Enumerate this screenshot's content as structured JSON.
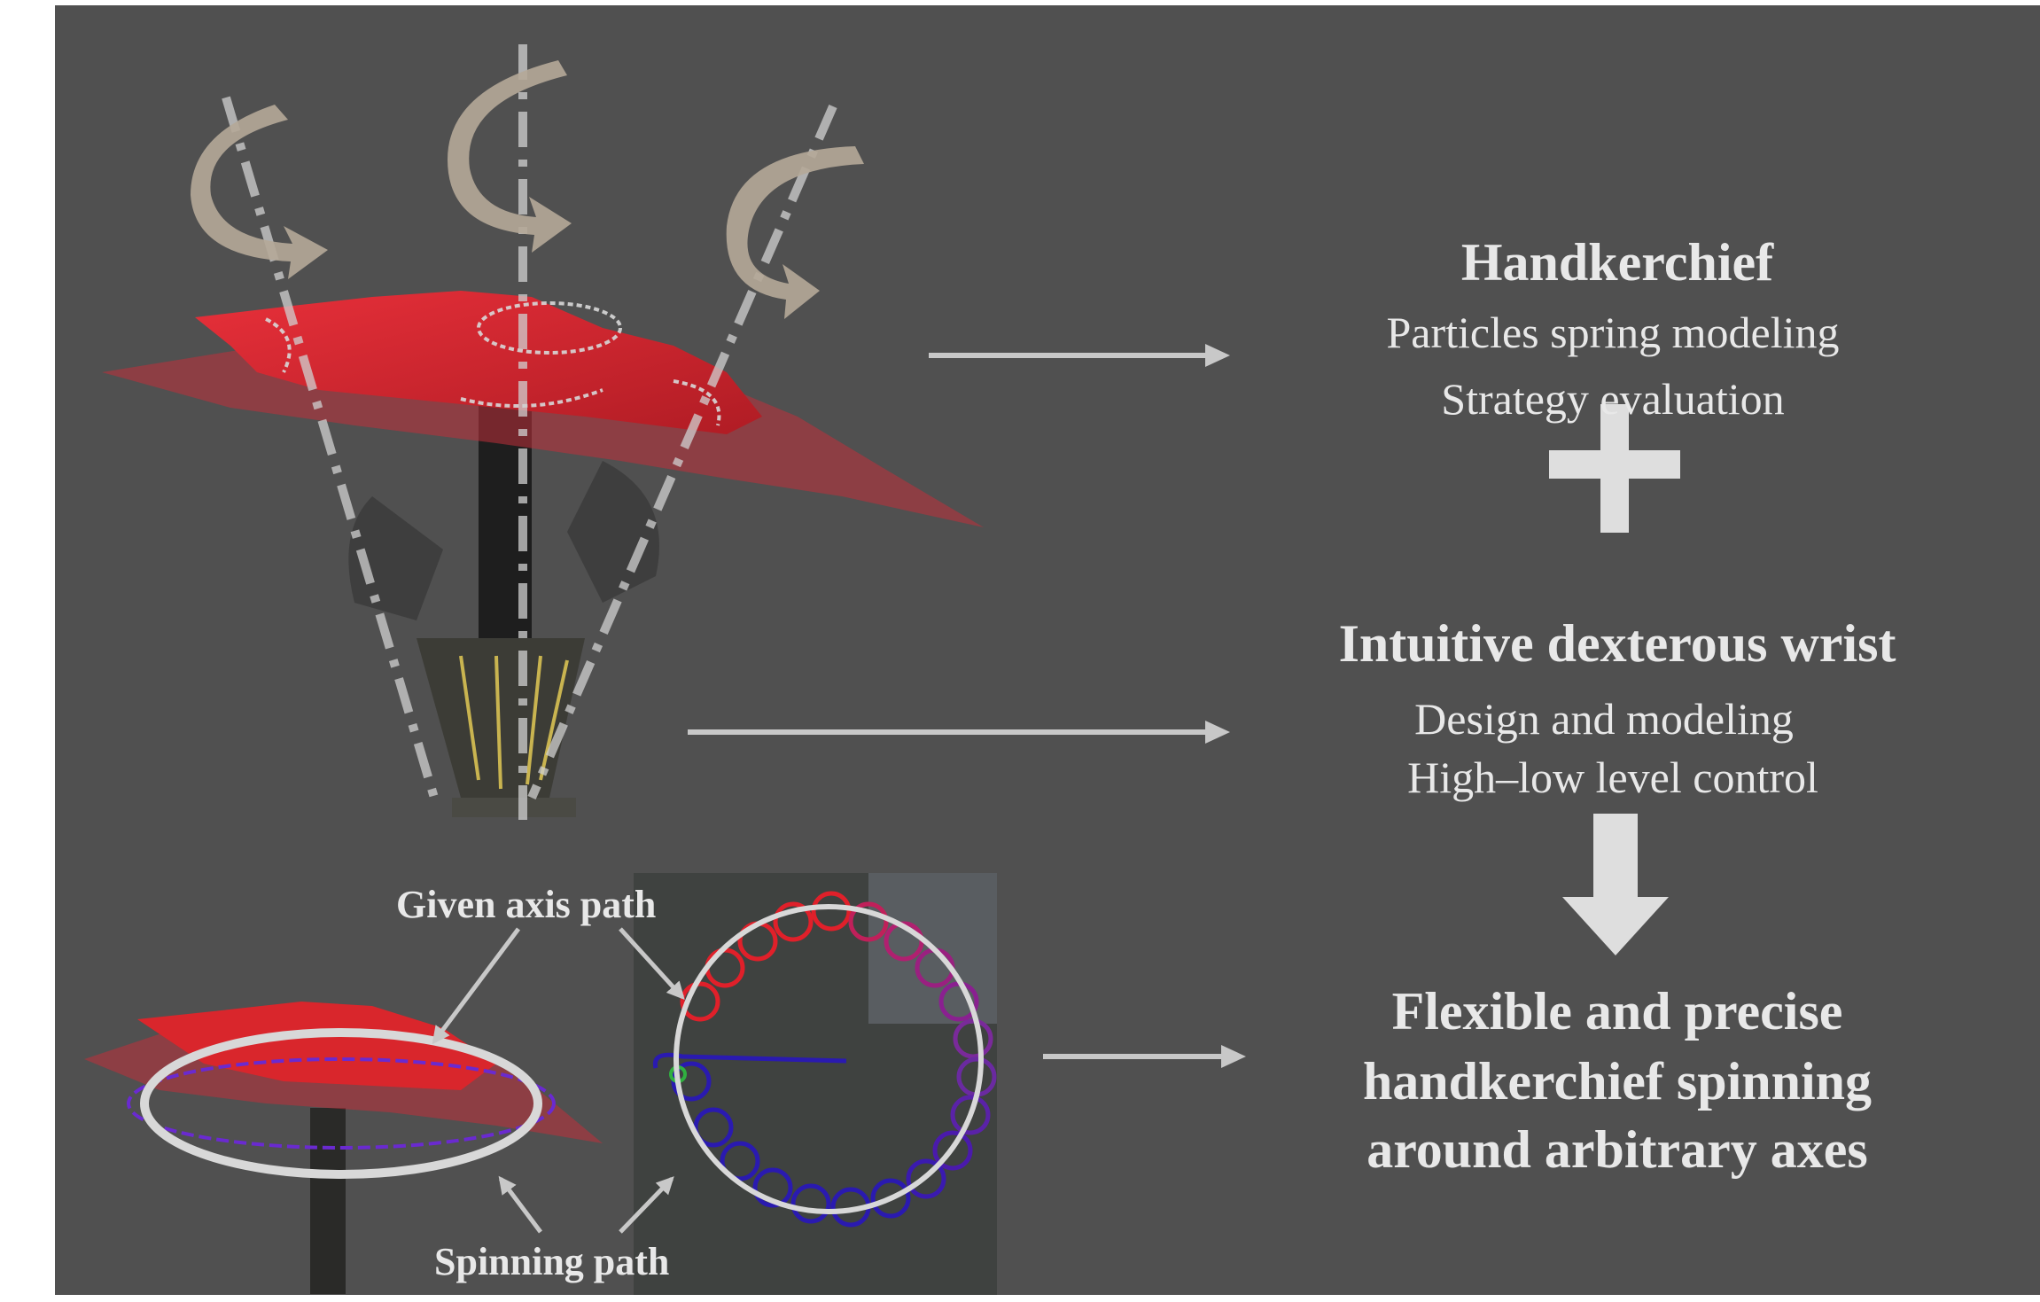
{
  "colors": {
    "background": "#505050",
    "text": "#e8e8e8",
    "arrow": "#c8c8c8",
    "handkerchief": "#d9262c",
    "spin_arrow": "#b5a898",
    "path_red": "#e0202a",
    "path_purple": "#7a2a9a",
    "path_blue": "#2a1ab0"
  },
  "handkerchief_block": {
    "title": "Handkerchief",
    "line1": "Particles spring modeling",
    "line2": "Strategy evaluation"
  },
  "wrist_block": {
    "title": "Intuitive dexterous wrist",
    "line1": "Design and modeling",
    "line2": "High–low level control"
  },
  "result_block": {
    "line1": "Flexible and precise",
    "line2": "handkerchief spinning",
    "line3": "around arbitrary axes"
  },
  "annotations": {
    "given_axis": "Given axis path",
    "spinning_path": "Spinning path"
  },
  "icons": [
    "plus-icon",
    "down-arrow-icon",
    "right-arrow-icon",
    "rotation-arrow-icon"
  ]
}
